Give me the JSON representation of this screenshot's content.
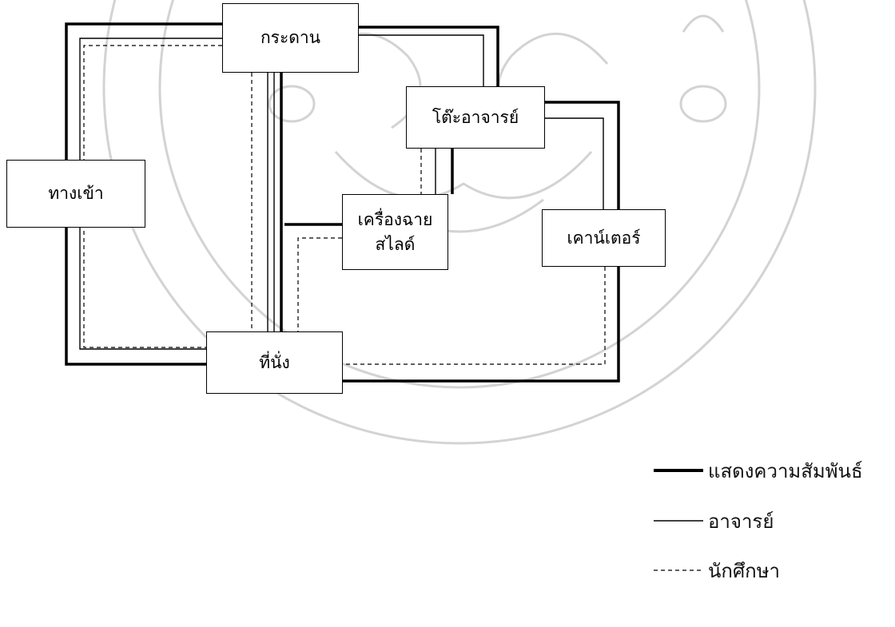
{
  "nodes": {
    "board": "กระดาน",
    "teacher_desk": "โต๊ะอาจารย์",
    "entrance": "ทางเข้า",
    "projector_line1": "เครื่องฉาย",
    "projector_line2": "สไลด์",
    "counter": "เคาน์เตอร์",
    "seating": "ที่นั่ง"
  },
  "legend": [
    {
      "style": "thick",
      "label": "แสดงความสัมพันธ์"
    },
    {
      "style": "thin",
      "label": "อาจารย์"
    },
    {
      "style": "dashed",
      "label": "นักศึกษา"
    }
  ],
  "colors": {
    "line": "#000000",
    "watermark": "#cfcfcf"
  }
}
